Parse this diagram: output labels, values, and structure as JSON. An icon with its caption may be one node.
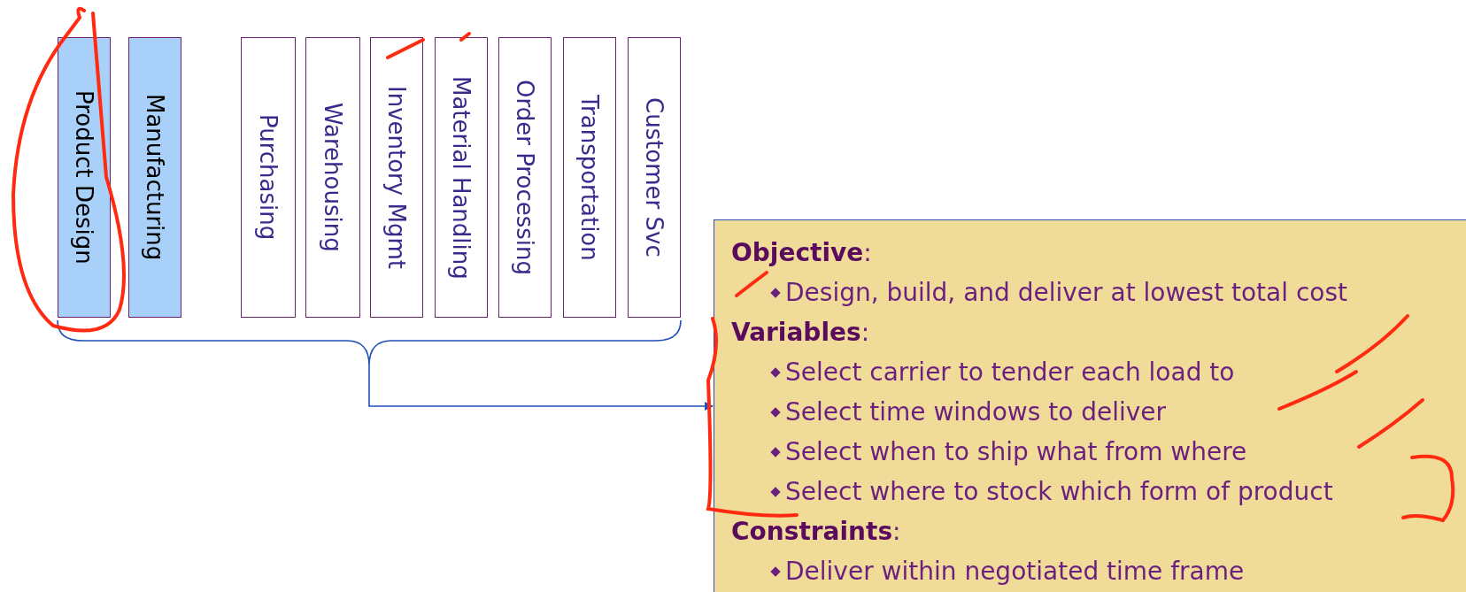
{
  "diagram": {
    "nodes": [
      {
        "text": [
          "Product Design"
        ]
      },
      {
        "text": [
          "Manufacturing"
        ]
      },
      {
        "text": [
          "Purchasing"
        ]
      },
      {
        "text": [
          "Warehousing"
        ]
      },
      {
        "text": [
          "Inventory Mgmt"
        ]
      },
      {
        "text": [
          "Material Handling"
        ]
      },
      {
        "text": [
          "Order Processing"
        ]
      },
      {
        "text": [
          "Transportation"
        ]
      },
      {
        "text": [
          "Customer Svc"
        ]
      },
      {
        "text": [
          "**Objective**:",
          "Design, build, and deliver at lowest total cost",
          "**Variables**:",
          "Select carrier to tender each load to",
          "Select time windows to deliver",
          "Select when to ship what from where",
          "Select where to stock which form of product",
          "**Constraints**:",
          "Deliver within negotiated time frame"
        ]
      },
      {
        "text": [],
        "shape": "brace"
      }
    ],
    "edges": [
      {
        "from": 10,
        "to": 9,
        "arrow": "to"
      }
    ]
  }
}
